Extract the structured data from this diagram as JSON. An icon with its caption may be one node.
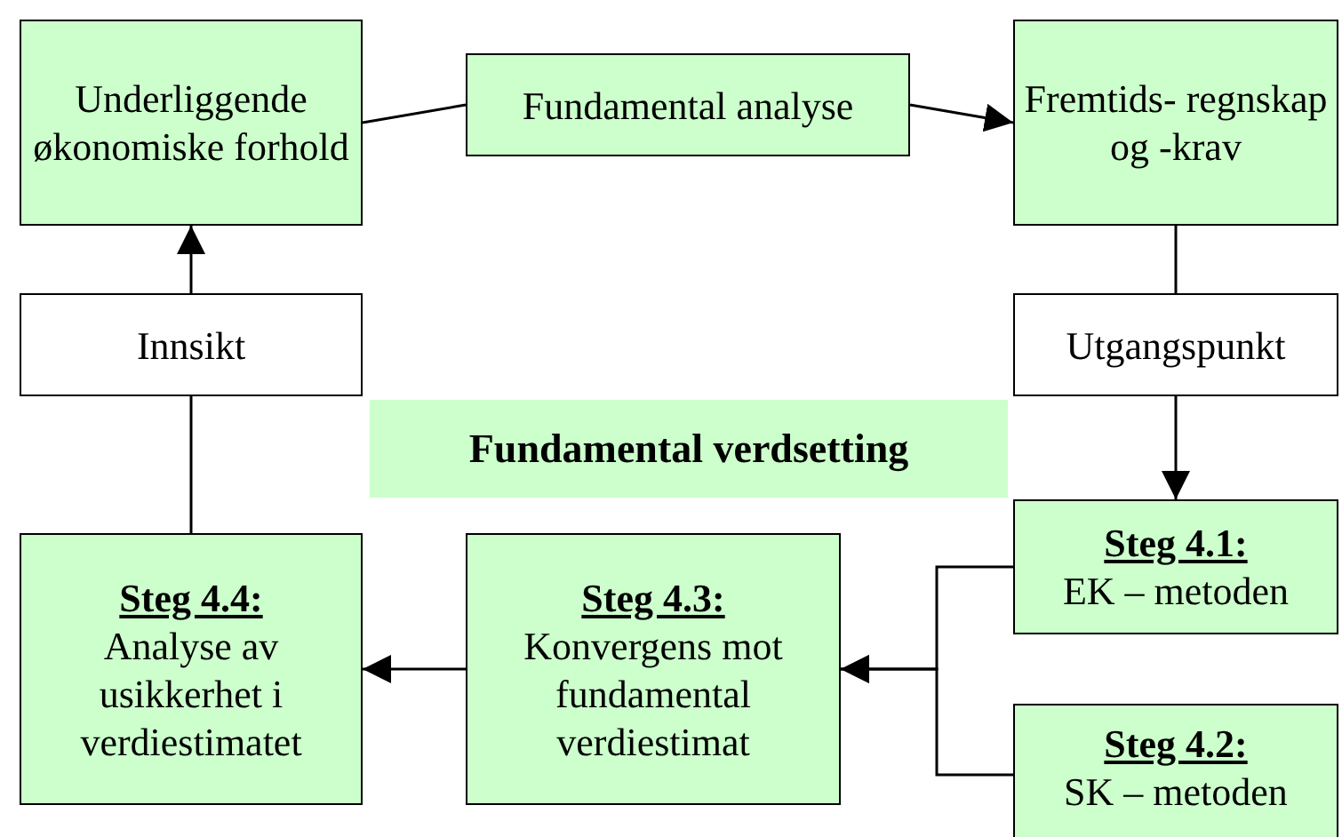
{
  "diagram": {
    "title": "Fundamental verdsetting",
    "nodes": [
      {
        "text": [
          "Underliggende økonomiske forhold"
        ]
      },
      {
        "text": [
          "Fundamental analyse"
        ]
      },
      {
        "text": [
          "Fremtids- regnskap og -krav"
        ]
      },
      {
        "text": [
          "Innsikt"
        ]
      },
      {
        "text": [
          "Utgangspunkt"
        ]
      },
      {
        "text": [
          "Steg 4.1:",
          "EK – metoden"
        ]
      },
      {
        "text": [
          "Steg 4.2:",
          "SK – metoden"
        ]
      },
      {
        "text": [
          "Steg 4.3:",
          "Konvergens mot fundamental verdiestimat"
        ]
      },
      {
        "text": [
          "Steg 4.4:",
          "Analyse av usikkerhet i verdiestimatet"
        ]
      }
    ],
    "edges": [
      {
        "from": 0,
        "to": 1,
        "arrow": "none"
      },
      {
        "from": 1,
        "to": 2,
        "arrow": "to"
      },
      {
        "from": 2,
        "to": 4,
        "arrow": "none"
      },
      {
        "from": 4,
        "to": 5,
        "arrow": "to"
      },
      {
        "from": 5,
        "to": 7,
        "arrow": "to"
      },
      {
        "from": 6,
        "to": 7,
        "arrow": "to"
      },
      {
        "from": 7,
        "to": 8,
        "arrow": "to"
      },
      {
        "from": 8,
        "to": 3,
        "arrow": "none"
      },
      {
        "from": 3,
        "to": 0,
        "arrow": "to"
      }
    ]
  }
}
